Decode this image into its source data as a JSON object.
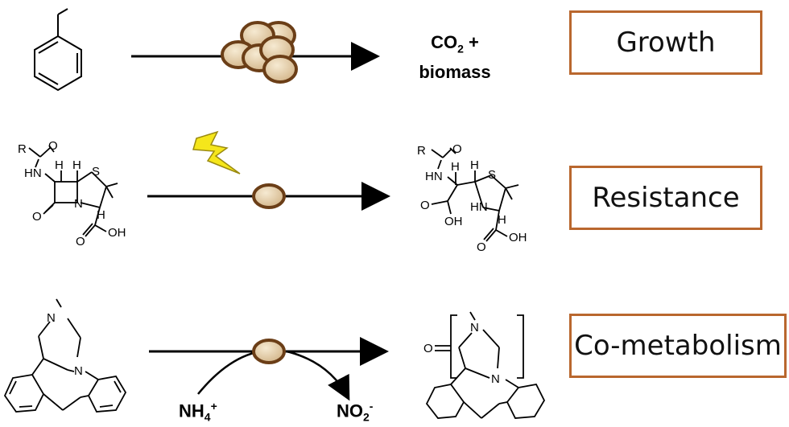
{
  "rows": [
    {
      "label": "Growth",
      "product": {
        "line1_main": "CO",
        "line1_sub": "2",
        "line1_tail": "+",
        "line2": "biomass"
      }
    },
    {
      "label": "Resistance",
      "substrate_atoms": {
        "r": "R",
        "o1": "O",
        "hn": "HN",
        "h1": "H",
        "h2": "H",
        "s": "S",
        "n": "N",
        "o2": "O",
        "h3": "H",
        "oh": "OH",
        "o3": "O"
      },
      "product_atoms": {
        "r": "R",
        "o1": "O",
        "hn": "HN",
        "h1": "H",
        "h2": "H",
        "s": "S",
        "o2": "O",
        "oh1": "OH",
        "hn2": "HN",
        "h3": "H",
        "oh2": "OH",
        "o3": "O"
      }
    },
    {
      "label": "Co-metabolism",
      "substrate_atoms": {
        "n1": "N",
        "n2": "N"
      },
      "product_atoms": {
        "o": "O",
        "n1": "N",
        "n2": "N"
      },
      "cofactor_in": {
        "main": "NH",
        "sub": "4",
        "sup": "+"
      },
      "cofactor_out": {
        "main": "NO",
        "sub": "2",
        "sup": "-"
      }
    }
  ],
  "colors": {
    "box_border": "#b9672e",
    "cell_fill": "#dcc29a",
    "cell_border": "#7a4a1e",
    "lightning": "#f5e61b"
  },
  "icons": {
    "cell": "bacterial-cell-icon",
    "lightning": "lightning-bolt-icon",
    "arrow": "reaction-arrow"
  }
}
